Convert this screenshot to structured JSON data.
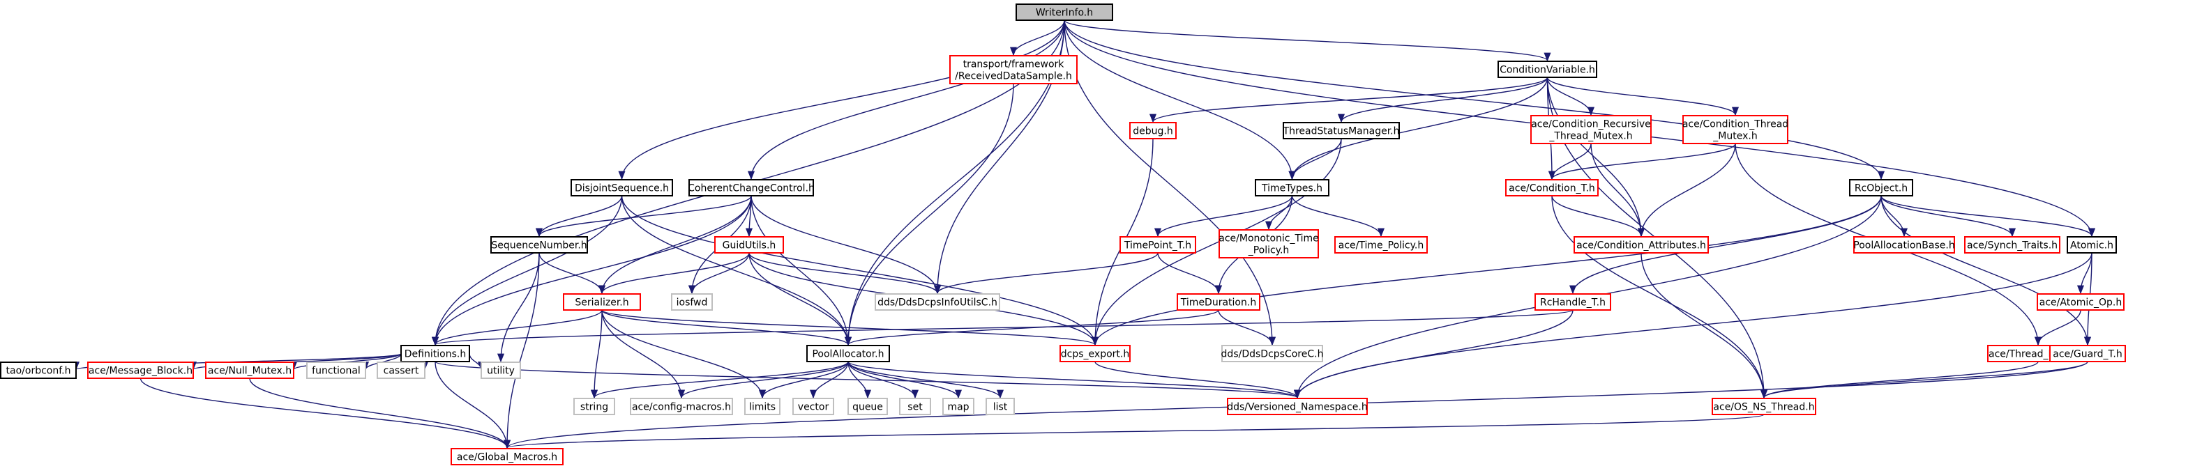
{
  "colors": {
    "edge": "#191970",
    "node_default_border": "#000000",
    "node_missing_border": "#ff0000",
    "node_plain_border": "#bfbfbf",
    "root_fill": "#bfbfbf",
    "text": "#000000",
    "background": "#ffffff"
  },
  "nodes": [
    {
      "id": "writerinfo",
      "lines": [
        "WriterInfo.h"
      ],
      "kind": "root"
    },
    {
      "id": "received",
      "lines": [
        "transport/framework",
        "/ReceivedDataSample.h"
      ],
      "kind": "missing"
    },
    {
      "id": "condvar",
      "lines": [
        "ConditionVariable.h"
      ],
      "kind": "normal"
    },
    {
      "id": "debug",
      "lines": [
        "debug.h"
      ],
      "kind": "missing"
    },
    {
      "id": "threadstatus",
      "lines": [
        "ThreadStatusManager.h"
      ],
      "kind": "normal"
    },
    {
      "id": "condrecursive",
      "lines": [
        "ace/Condition_Recursive",
        "_Thread_Mutex.h"
      ],
      "kind": "missing"
    },
    {
      "id": "condthread",
      "lines": [
        "ace/Condition_Thread",
        "_Mutex.h"
      ],
      "kind": "missing"
    },
    {
      "id": "disjoint",
      "lines": [
        "DisjointSequence.h"
      ],
      "kind": "normal"
    },
    {
      "id": "coherent",
      "lines": [
        "CoherentChangeControl.h"
      ],
      "kind": "normal"
    },
    {
      "id": "timetypes",
      "lines": [
        "TimeTypes.h"
      ],
      "kind": "normal"
    },
    {
      "id": "conditiont",
      "lines": [
        "ace/Condition_T.h"
      ],
      "kind": "missing"
    },
    {
      "id": "rcobject",
      "lines": [
        "RcObject.h"
      ],
      "kind": "normal"
    },
    {
      "id": "seqnum",
      "lines": [
        "SequenceNumber.h"
      ],
      "kind": "normal"
    },
    {
      "id": "guidutils",
      "lines": [
        "GuidUtils.h"
      ],
      "kind": "missing"
    },
    {
      "id": "timepoint",
      "lines": [
        "TimePoint_T.h"
      ],
      "kind": "missing"
    },
    {
      "id": "monotonic",
      "lines": [
        "ace/Monotonic_Time",
        "_Policy.h"
      ],
      "kind": "missing"
    },
    {
      "id": "timepolicy",
      "lines": [
        "ace/Time_Policy.h"
      ],
      "kind": "missing"
    },
    {
      "id": "condattr",
      "lines": [
        "ace/Condition_Attributes.h"
      ],
      "kind": "missing"
    },
    {
      "id": "poolallocbase",
      "lines": [
        "PoolAllocationBase.h"
      ],
      "kind": "missing"
    },
    {
      "id": "synchtraits",
      "lines": [
        "ace/Synch_Traits.h"
      ],
      "kind": "missing"
    },
    {
      "id": "atomic",
      "lines": [
        "Atomic.h"
      ],
      "kind": "normal"
    },
    {
      "id": "iosfwd",
      "lines": [
        "iosfwd"
      ],
      "kind": "plain"
    },
    {
      "id": "dcpsinfoutils",
      "lines": [
        "dds/DdsDcpsInfoUtilsC.h"
      ],
      "kind": "plain"
    },
    {
      "id": "serializer",
      "lines": [
        "Serializer.h"
      ],
      "kind": "missing"
    },
    {
      "id": "timeduration",
      "lines": [
        "TimeDuration.h"
      ],
      "kind": "missing"
    },
    {
      "id": "rchandle",
      "lines": [
        "RcHandle_T.h"
      ],
      "kind": "missing"
    },
    {
      "id": "atomicop",
      "lines": [
        "ace/Atomic_Op.h"
      ],
      "kind": "missing"
    },
    {
      "id": "definitions",
      "lines": [
        "Definitions.h"
      ],
      "kind": "normal"
    },
    {
      "id": "poolallocator",
      "lines": [
        "PoolAllocator.h"
      ],
      "kind": "normal"
    },
    {
      "id": "dcpsexport",
      "lines": [
        "dcps_export.h"
      ],
      "kind": "missing"
    },
    {
      "id": "dcpscorec",
      "lines": [
        "dds/DdsDcpsCoreC.h"
      ],
      "kind": "plain"
    },
    {
      "id": "threadmutex",
      "lines": [
        "ace/Thread_Mutex.h"
      ],
      "kind": "missing"
    },
    {
      "id": "guardt",
      "lines": [
        "ace/Guard_T.h"
      ],
      "kind": "missing"
    },
    {
      "id": "orbconf",
      "lines": [
        "tao/orbconf.h"
      ],
      "kind": "normal"
    },
    {
      "id": "msgblock",
      "lines": [
        "ace/Message_Block.h"
      ],
      "kind": "missing"
    },
    {
      "id": "nullmutex",
      "lines": [
        "ace/Null_Mutex.h"
      ],
      "kind": "missing"
    },
    {
      "id": "functional",
      "lines": [
        "functional"
      ],
      "kind": "plain"
    },
    {
      "id": "cassert",
      "lines": [
        "cassert"
      ],
      "kind": "plain"
    },
    {
      "id": "utility",
      "lines": [
        "utility"
      ],
      "kind": "plain"
    },
    {
      "id": "string",
      "lines": [
        "string"
      ],
      "kind": "plain"
    },
    {
      "id": "configmacros",
      "lines": [
        "ace/config-macros.h"
      ],
      "kind": "plain"
    },
    {
      "id": "limits",
      "lines": [
        "limits"
      ],
      "kind": "plain"
    },
    {
      "id": "vector",
      "lines": [
        "vector"
      ],
      "kind": "plain"
    },
    {
      "id": "queue",
      "lines": [
        "queue"
      ],
      "kind": "plain"
    },
    {
      "id": "set",
      "lines": [
        "set"
      ],
      "kind": "plain"
    },
    {
      "id": "map",
      "lines": [
        "map"
      ],
      "kind": "plain"
    },
    {
      "id": "list",
      "lines": [
        "list"
      ],
      "kind": "plain"
    },
    {
      "id": "versioned",
      "lines": [
        "dds/Versioned_Namespace.h"
      ],
      "kind": "missing"
    },
    {
      "id": "osns",
      "lines": [
        "ace/OS_NS_Thread.h"
      ],
      "kind": "missing"
    },
    {
      "id": "globalmacros",
      "lines": [
        "ace/Global_Macros.h"
      ],
      "kind": "missing"
    }
  ],
  "edges": [
    [
      "writerinfo",
      "received"
    ],
    [
      "writerinfo",
      "condvar"
    ],
    [
      "writerinfo",
      "disjoint"
    ],
    [
      "writerinfo",
      "coherent"
    ],
    [
      "writerinfo",
      "timetypes"
    ],
    [
      "writerinfo",
      "rcobject"
    ],
    [
      "writerinfo",
      "atomic"
    ],
    [
      "writerinfo",
      "dcpsinfoutils"
    ],
    [
      "writerinfo",
      "definitions"
    ],
    [
      "writerinfo",
      "poolallocator"
    ],
    [
      "writerinfo",
      "dcpscorec"
    ],
    [
      "received",
      "poolallocator"
    ],
    [
      "condvar",
      "debug"
    ],
    [
      "condvar",
      "threadstatus"
    ],
    [
      "condvar",
      "condrecursive"
    ],
    [
      "condvar",
      "condthread"
    ],
    [
      "condvar",
      "timetypes"
    ],
    [
      "condvar",
      "conditiont"
    ],
    [
      "condvar",
      "condattr"
    ],
    [
      "condvar",
      "osns"
    ],
    [
      "debug",
      "dcpsexport"
    ],
    [
      "threadstatus",
      "timetypes"
    ],
    [
      "threadstatus",
      "dcpsexport"
    ],
    [
      "condrecursive",
      "conditiont"
    ],
    [
      "condrecursive",
      "condattr"
    ],
    [
      "condthread",
      "conditiont"
    ],
    [
      "condthread",
      "condattr"
    ],
    [
      "condthread",
      "threadmutex"
    ],
    [
      "disjoint",
      "seqnum"
    ],
    [
      "disjoint",
      "definitions"
    ],
    [
      "disjoint",
      "poolallocator"
    ],
    [
      "disjoint",
      "dcpsexport"
    ],
    [
      "coherent",
      "seqnum"
    ],
    [
      "coherent",
      "guidutils"
    ],
    [
      "coherent",
      "iosfwd"
    ],
    [
      "coherent",
      "dcpsinfoutils"
    ],
    [
      "coherent",
      "serializer"
    ],
    [
      "coherent",
      "definitions"
    ],
    [
      "coherent",
      "poolallocator"
    ],
    [
      "timetypes",
      "timepoint"
    ],
    [
      "timetypes",
      "monotonic"
    ],
    [
      "timetypes",
      "timepolicy"
    ],
    [
      "timetypes",
      "timeduration"
    ],
    [
      "conditiont",
      "condattr"
    ],
    [
      "conditiont",
      "osns"
    ],
    [
      "rcobject",
      "poolallocbase"
    ],
    [
      "rcobject",
      "synchtraits"
    ],
    [
      "rcobject",
      "atomic"
    ],
    [
      "rcobject",
      "rchandle"
    ],
    [
      "rcobject",
      "dcpsexport"
    ],
    [
      "rcobject",
      "versioned"
    ],
    [
      "rcobject",
      "guardt"
    ],
    [
      "seqnum",
      "serializer"
    ],
    [
      "seqnum",
      "utility"
    ],
    [
      "seqnum",
      "globalmacros"
    ],
    [
      "guidutils",
      "iosfwd"
    ],
    [
      "guidutils",
      "dcpsinfoutils"
    ],
    [
      "guidutils",
      "serializer"
    ],
    [
      "guidutils",
      "poolallocator"
    ],
    [
      "guidutils",
      "dcpsexport"
    ],
    [
      "timepoint",
      "timeduration"
    ],
    [
      "timepoint",
      "dcpsinfoutils"
    ],
    [
      "condattr",
      "osns"
    ],
    [
      "atomic",
      "atomicop"
    ],
    [
      "atomic",
      "guardt"
    ],
    [
      "atomic",
      "versioned"
    ],
    [
      "serializer",
      "definitions"
    ],
    [
      "serializer",
      "poolallocator"
    ],
    [
      "serializer",
      "dcpsexport"
    ],
    [
      "serializer",
      "string"
    ],
    [
      "serializer",
      "configmacros"
    ],
    [
      "serializer",
      "limits"
    ],
    [
      "timeduration",
      "poolallocator"
    ],
    [
      "timeduration",
      "dcpscorec"
    ],
    [
      "rchandle",
      "versioned"
    ],
    [
      "rchandle",
      "definitions"
    ],
    [
      "atomicop",
      "threadmutex"
    ],
    [
      "definitions",
      "orbconf"
    ],
    [
      "definitions",
      "msgblock"
    ],
    [
      "definitions",
      "nullmutex"
    ],
    [
      "definitions",
      "functional"
    ],
    [
      "definitions",
      "cassert"
    ],
    [
      "definitions",
      "utility"
    ],
    [
      "definitions",
      "versioned"
    ],
    [
      "definitions",
      "globalmacros"
    ],
    [
      "poolallocator",
      "string"
    ],
    [
      "poolallocator",
      "configmacros"
    ],
    [
      "poolallocator",
      "limits"
    ],
    [
      "poolallocator",
      "vector"
    ],
    [
      "poolallocator",
      "queue"
    ],
    [
      "poolallocator",
      "set"
    ],
    [
      "poolallocator",
      "map"
    ],
    [
      "poolallocator",
      "list"
    ],
    [
      "poolallocator",
      "versioned"
    ],
    [
      "dcpsexport",
      "versioned"
    ],
    [
      "threadmutex",
      "osns"
    ],
    [
      "guardt",
      "osns"
    ],
    [
      "guardt",
      "globalmacros"
    ],
    [
      "msgblock",
      "globalmacros"
    ],
    [
      "nullmutex",
      "globalmacros"
    ],
    [
      "osns",
      "globalmacros"
    ]
  ]
}
